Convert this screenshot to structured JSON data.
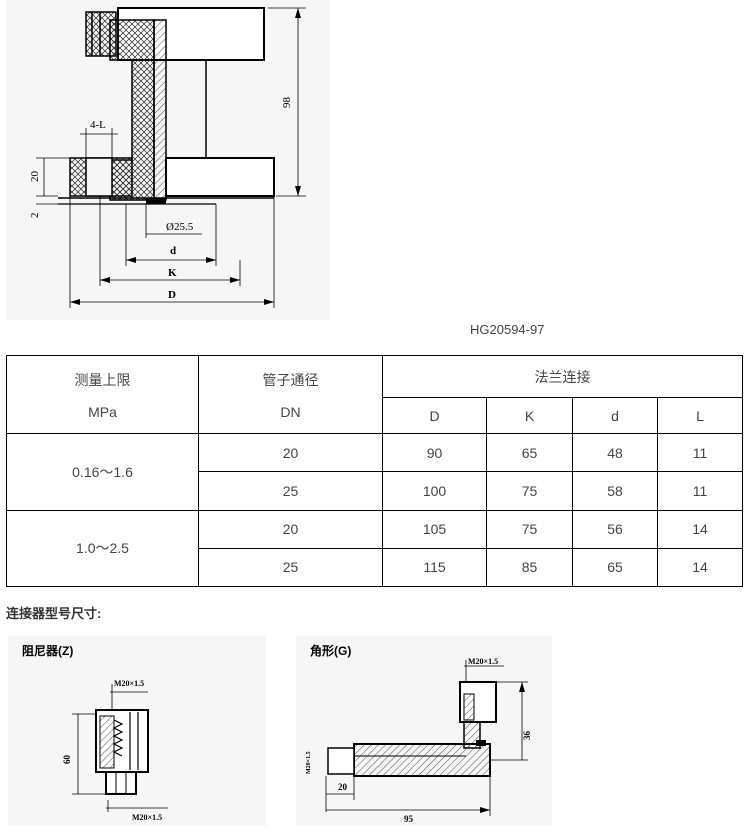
{
  "flange_drawing": {
    "dim_98": "98",
    "dim_20": "20",
    "dim_2": "2",
    "dim_4L": "4-L",
    "dim_bore": "Ø25.5",
    "dim_d": "d",
    "dim_K": "K",
    "dim_D": "D"
  },
  "standard": "HG20594-97",
  "table": {
    "col_pressure_label": "测量上限",
    "col_pressure_unit": "MPa",
    "col_pipe_label": "管子通径",
    "col_pipe_unit": "DN",
    "col_flange_group": "法兰连接",
    "flange_cols": [
      "D",
      "K",
      "d",
      "L"
    ],
    "groups": [
      {
        "range": "0.16～1.6",
        "rows": [
          {
            "dn": "20",
            "D": "90",
            "K": "65",
            "d": "48",
            "L": "11"
          },
          {
            "dn": "25",
            "D": "100",
            "K": "75",
            "d": "58",
            "L": "11"
          }
        ]
      },
      {
        "range": "1.0～2.5",
        "rows": [
          {
            "dn": "20",
            "D": "105",
            "K": "75",
            "d": "56",
            "L": "14"
          },
          {
            "dn": "25",
            "D": "115",
            "K": "85",
            "d": "65",
            "L": "14"
          }
        ]
      }
    ]
  },
  "connector_section_title": "连接器型号尺寸:",
  "damper": {
    "title": "阻尼器(Z)",
    "thread_top": "M20×1.5",
    "thread_bottom": "M20×1.5",
    "dim_height": "60"
  },
  "angle": {
    "title": "角形(G)",
    "thread_top": "M20×1.5",
    "thread_side": "M20×1.5",
    "dim_height": "36",
    "dim_short": "20",
    "dim_long": "95"
  }
}
